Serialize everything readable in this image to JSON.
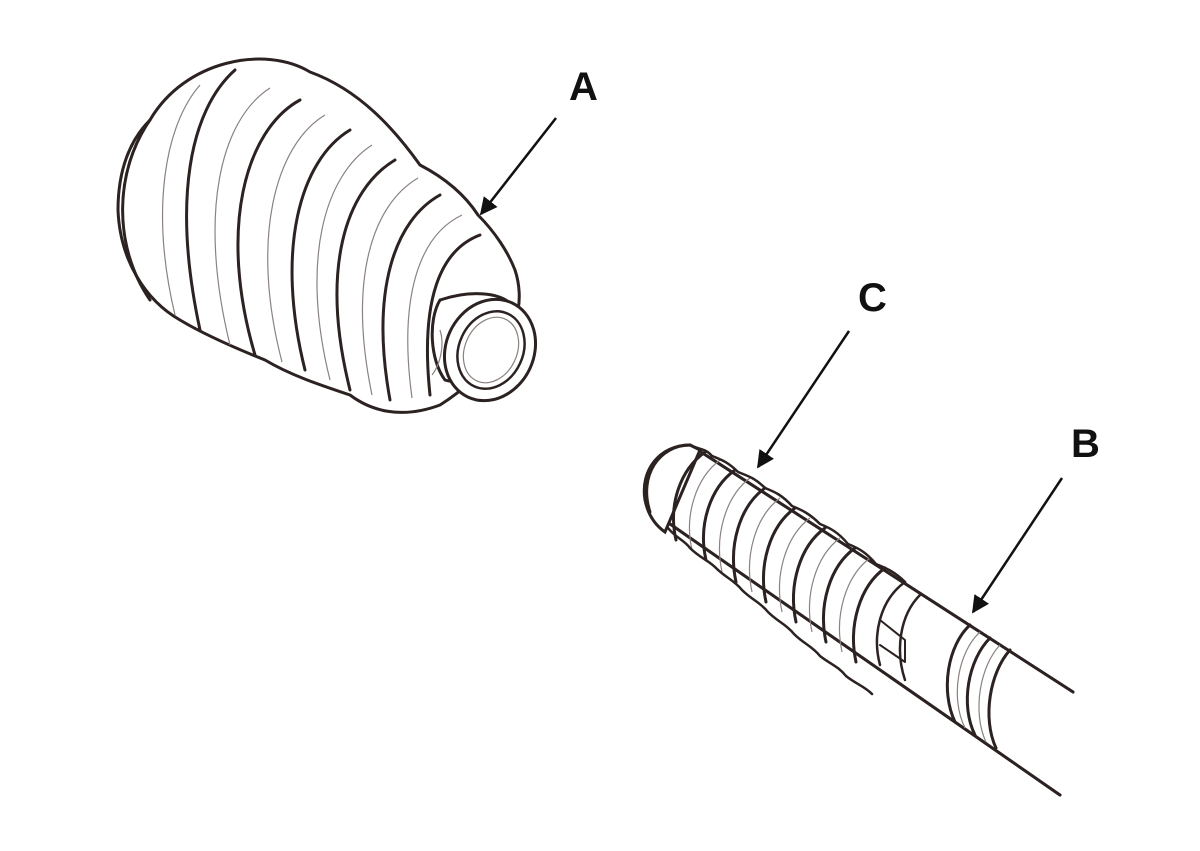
{
  "figure": {
    "callouts": {
      "a": "A",
      "b": "B",
      "c": "C"
    },
    "line_color": "#2b2221",
    "background": "#ffffff"
  }
}
